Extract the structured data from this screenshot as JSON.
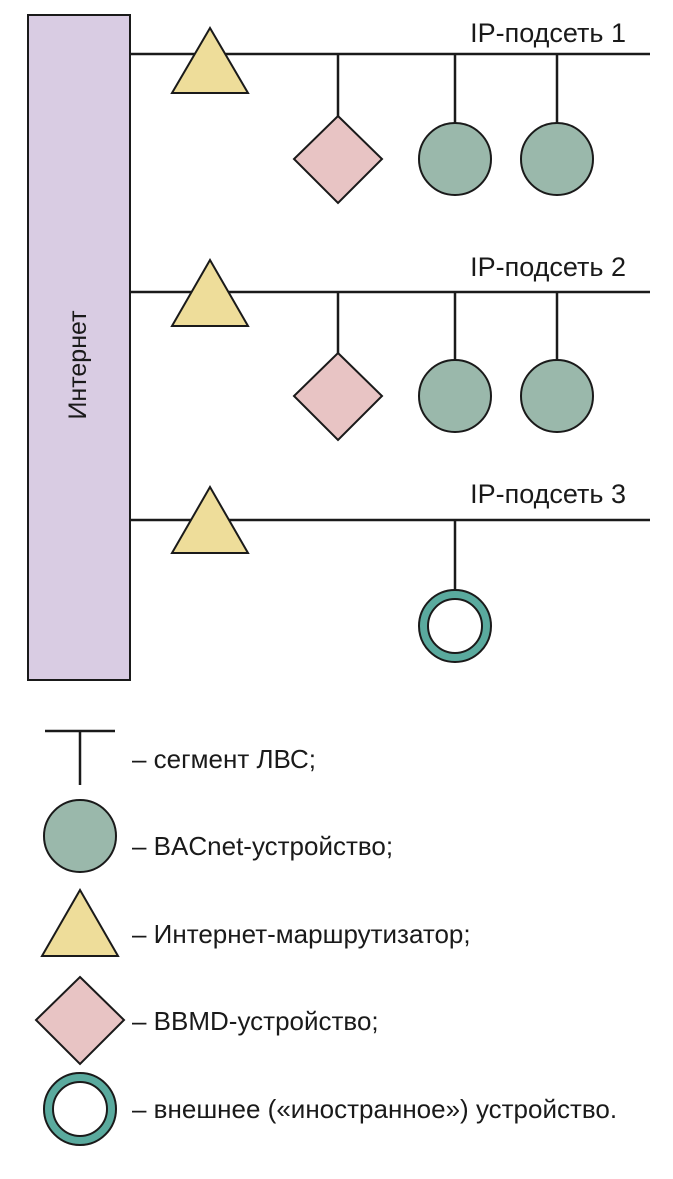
{
  "diagram": {
    "internet_label": "Интернет",
    "subnets": [
      {
        "label": "IP-подсеть 1"
      },
      {
        "label": "IP-подсеть 2"
      },
      {
        "label": "IP-подсеть 3"
      }
    ],
    "legend": [
      {
        "symbol": "lan-segment",
        "text": "– сегмент ЛВС;"
      },
      {
        "symbol": "bacnet-device",
        "text": "– BACnet-устройство;"
      },
      {
        "symbol": "internet-router",
        "text": "– Интернет-маршрутизатор;"
      },
      {
        "symbol": "bbmd-device",
        "text": "– BBMD-устройство;"
      },
      {
        "symbol": "foreign-device",
        "text": "– внешнее («иностранное») устройство."
      }
    ],
    "colors": {
      "internet": "#d9cce3",
      "router": "#eedd9a",
      "bbmd": "#e8c4c4",
      "bacnet": "#9ab8ab",
      "foreign_ring": "#5aaa9e"
    }
  }
}
